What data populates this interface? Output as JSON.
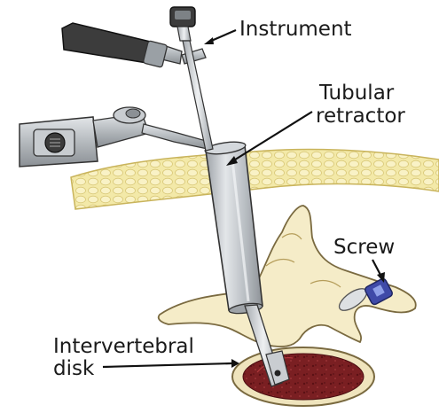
{
  "labels": {
    "instrument": "Instrument",
    "tubular_retractor_line1": "Tubular",
    "tubular_retractor_line2": "retractor",
    "screw": "Screw",
    "intervertebral_disk_line1": "Intervertebral",
    "intervertebral_disk_line2": "disk"
  },
  "colors": {
    "tissue_fill": "#f2e8b0",
    "bone_fill": "#f5ecc8",
    "bone_outline": "#7a6a40",
    "disk_fill": "#7a1f22",
    "retractor_fill": "#bfc3c8",
    "instrument_fill": "#d7dbdf",
    "screw_fill": "#3f4aa8",
    "handle_dark": "#3c3c3c",
    "outline": "#2b2b2b"
  }
}
